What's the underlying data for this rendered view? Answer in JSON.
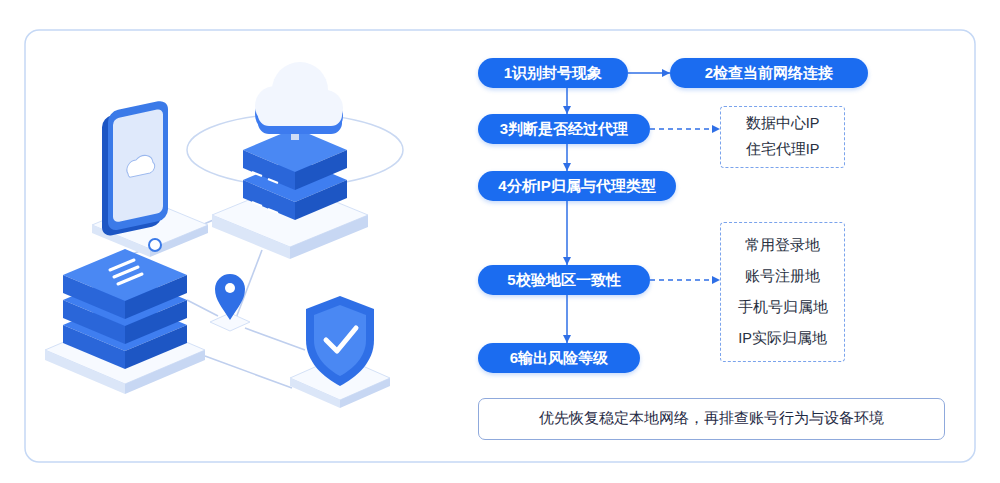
{
  "diagram": {
    "nodes": [
      {
        "text": [
          "1识别封号现象"
        ]
      },
      {
        "text": [
          "2检查当前网络连接"
        ]
      },
      {
        "text": [
          "3判断是否经过代理"
        ]
      },
      {
        "text": [
          "数据中心IP",
          "住宅代理IP"
        ]
      },
      {
        "text": [
          "4分析IP归属与代理类型"
        ]
      },
      {
        "text": [
          "5校验地区一致性"
        ]
      },
      {
        "text": [
          "常用登录地",
          "账号注册地",
          "手机号归属地",
          "IP实际归属地"
        ]
      },
      {
        "text": [
          "6输出风险等级"
        ]
      },
      {
        "text": [
          "优先恢复稳定本地网络，再排查账号行为与设备环境"
        ]
      }
    ],
    "edges": [
      {
        "from": 0,
        "to": 1,
        "arrow": "to"
      },
      {
        "from": 0,
        "to": 2,
        "arrow": "to"
      },
      {
        "from": 2,
        "to": 3,
        "arrow": "to"
      },
      {
        "from": 2,
        "to": 4,
        "arrow": "to"
      },
      {
        "from": 4,
        "to": 5,
        "arrow": "to"
      },
      {
        "from": 5,
        "to": 6,
        "arrow": "to"
      },
      {
        "from": 5,
        "to": 7,
        "arrow": "to"
      }
    ]
  }
}
